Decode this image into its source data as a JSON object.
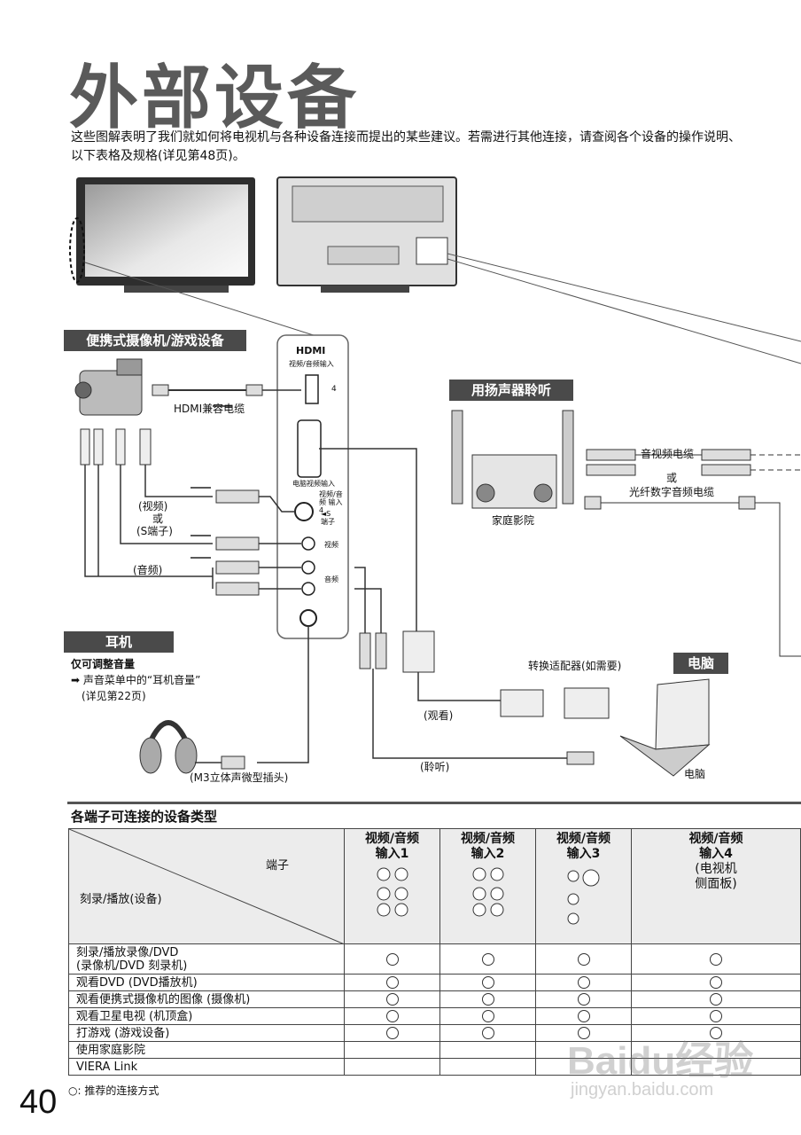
{
  "title": "外部设备",
  "intro": "这些图解表明了我们就如何将电视机与各种设备连接而提出的某些建议。若需进行其他连接，请查阅各个设备的操作说明、以下表格及规格(详见第48页)。",
  "sections": {
    "camcorder": "便携式摄像机/游戏设备",
    "speakers": "用扬声器聆听",
    "headphones": "耳机",
    "pc": "电脑"
  },
  "labels": {
    "hdmi_logo": "HDMI",
    "av_in": "视频/音频输入",
    "num4": "4",
    "pc_in": "电脑视频输入",
    "avin4": "视频/音频 输入4",
    "s_term": "◄S 端子",
    "video": "视频",
    "audio": "音频",
    "hdmi_cable": "HDMI兼容电缆",
    "video_paren": "(视频)",
    "or": "或",
    "s_paren": "(S端子)",
    "audio_paren": "(音频)",
    "volume_only": "仅可调整音量",
    "sound_menu": "➡ 声音菜单中的“耳机音量”",
    "see_p22": "(详见第22页)",
    "m3_plug": "(M3立体声微型插头)",
    "av_cable": "音视频电缆",
    "or2": "或",
    "optical": "光纤数字音频电缆",
    "home_theater": "家庭影院",
    "adapter": "转换适配器(如需要)",
    "watch": "(观看)",
    "listen": "(聆听)",
    "pc_caption": "电脑"
  },
  "table": {
    "section_title": "各端子可连接的设备类型",
    "header_terminal": "端子",
    "header_device": "刻录/播放(设备)",
    "columns": [
      {
        "line1": "视频/音频",
        "line2": "输入1",
        "line3": "",
        "line4": ""
      },
      {
        "line1": "视频/音频",
        "line2": "输入2",
        "line3": "",
        "line4": ""
      },
      {
        "line1": "视频/音频",
        "line2": "输入3",
        "line3": "",
        "line4": ""
      },
      {
        "line1": "视频/音频",
        "line2": "输入4",
        "line3": "(电视机",
        "line4": "侧面板)"
      }
    ],
    "rows": [
      {
        "device": "刻录/播放录像/DVD\n(录像机/DVD 刻录机)",
        "marks": [
          true,
          true,
          true,
          true
        ]
      },
      {
        "device": "观看DVD (DVD播放机)",
        "marks": [
          true,
          true,
          true,
          true
        ]
      },
      {
        "device": "观看便携式摄像机的图像 (摄像机)",
        "marks": [
          true,
          true,
          true,
          true
        ]
      },
      {
        "device": "观看卫星电视 (机顶盒)",
        "marks": [
          true,
          true,
          true,
          true
        ]
      },
      {
        "device": "打游戏 (游戏设备)",
        "marks": [
          true,
          true,
          true,
          true
        ]
      },
      {
        "device": "使用家庭影院",
        "marks": [
          false,
          false,
          false,
          false
        ]
      },
      {
        "device": "VIERA Link",
        "marks": [
          false,
          false,
          false,
          false
        ]
      }
    ],
    "note": "○: 推荐的连接方式"
  },
  "page_number": "40",
  "watermark": "Baidu经验",
  "watermark_url": "jingyan.baidu.com"
}
